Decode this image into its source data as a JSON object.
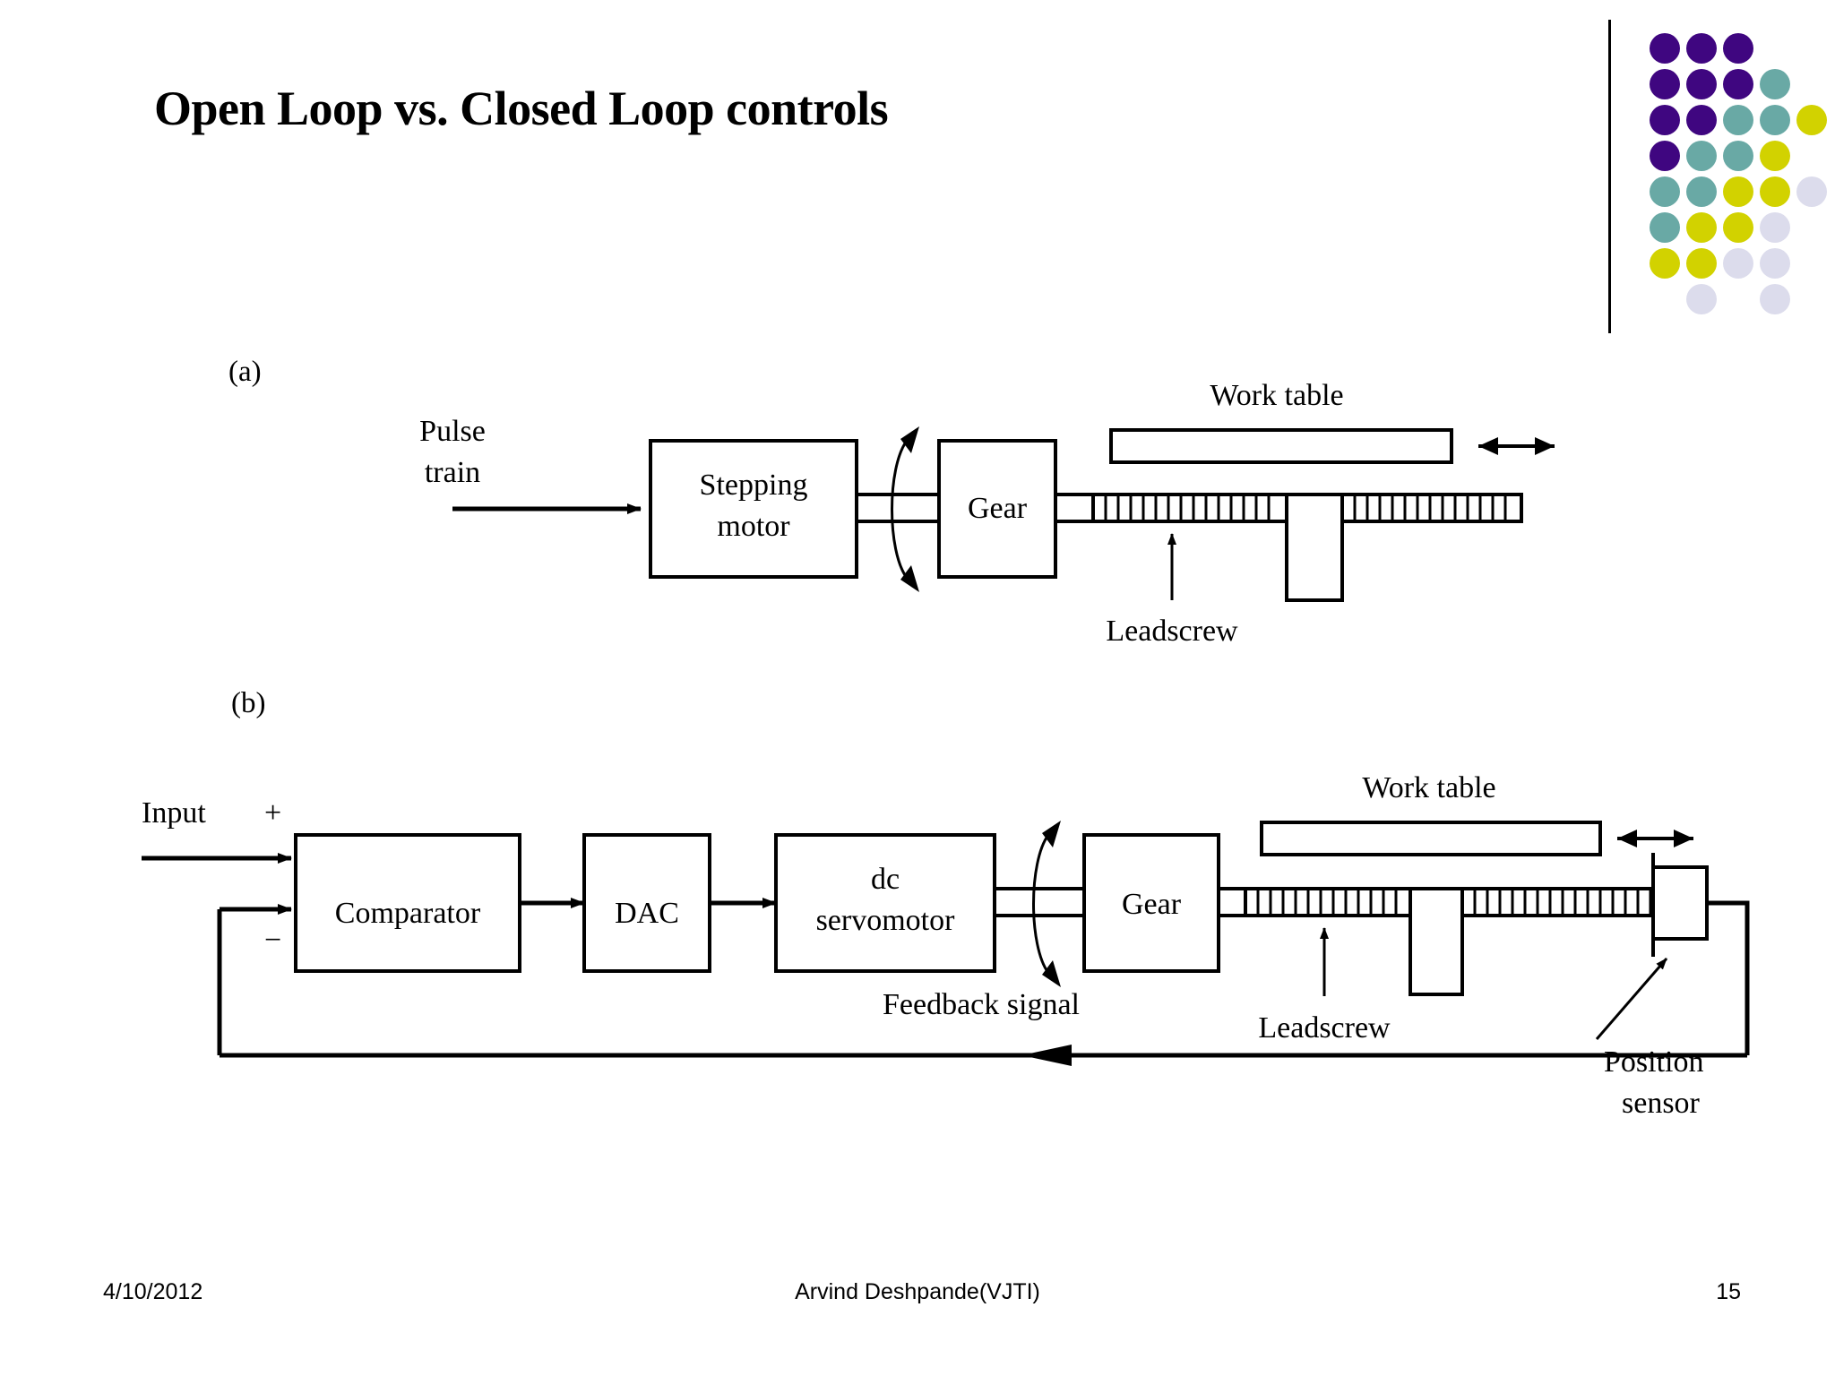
{
  "slide": {
    "title": "Open Loop vs. Closed Loop controls",
    "page_background": "#FFFFFF"
  },
  "logo": {
    "name": "dot-grid-logo",
    "colors": {
      "purple": "#3F0680",
      "teal": "#69A9A5",
      "yellow": "#D2D200",
      "lavender": "#DCDCEC"
    },
    "rule_color": "#000000"
  },
  "figure": {
    "panel_a": {
      "label": "(a)",
      "caption_input": "Pulse\ntrain",
      "input_line1": "Pulse",
      "input_line2": "train",
      "blocks": [
        {
          "id": "stepping-motor",
          "line1": "Stepping",
          "line2": "motor"
        },
        {
          "id": "gear",
          "line1": "Gear",
          "line2": ""
        }
      ],
      "work_table_label": "Work table",
      "leadscrew_label": "Leadscrew"
    },
    "panel_b": {
      "label": "(b)",
      "input_label": "Input",
      "plus_sign": "+",
      "minus_sign": "−",
      "blocks": [
        {
          "id": "comparator",
          "line1": "Comparator",
          "line2": ""
        },
        {
          "id": "dac",
          "line1": "DAC",
          "line2": ""
        },
        {
          "id": "dc-servomotor",
          "line1": "dc",
          "line2": "servomotor"
        },
        {
          "id": "gear",
          "line1": "Gear",
          "line2": ""
        }
      ],
      "work_table_label": "Work table",
      "leadscrew_label": "Leadscrew",
      "position_sensor_line1": "Position",
      "position_sensor_line2": "sensor",
      "feedback_label": "Feedback signal"
    }
  },
  "footer": {
    "date": "4/10/2012",
    "author": "Arvind Deshpande(VJTI)",
    "page_number": "15"
  }
}
